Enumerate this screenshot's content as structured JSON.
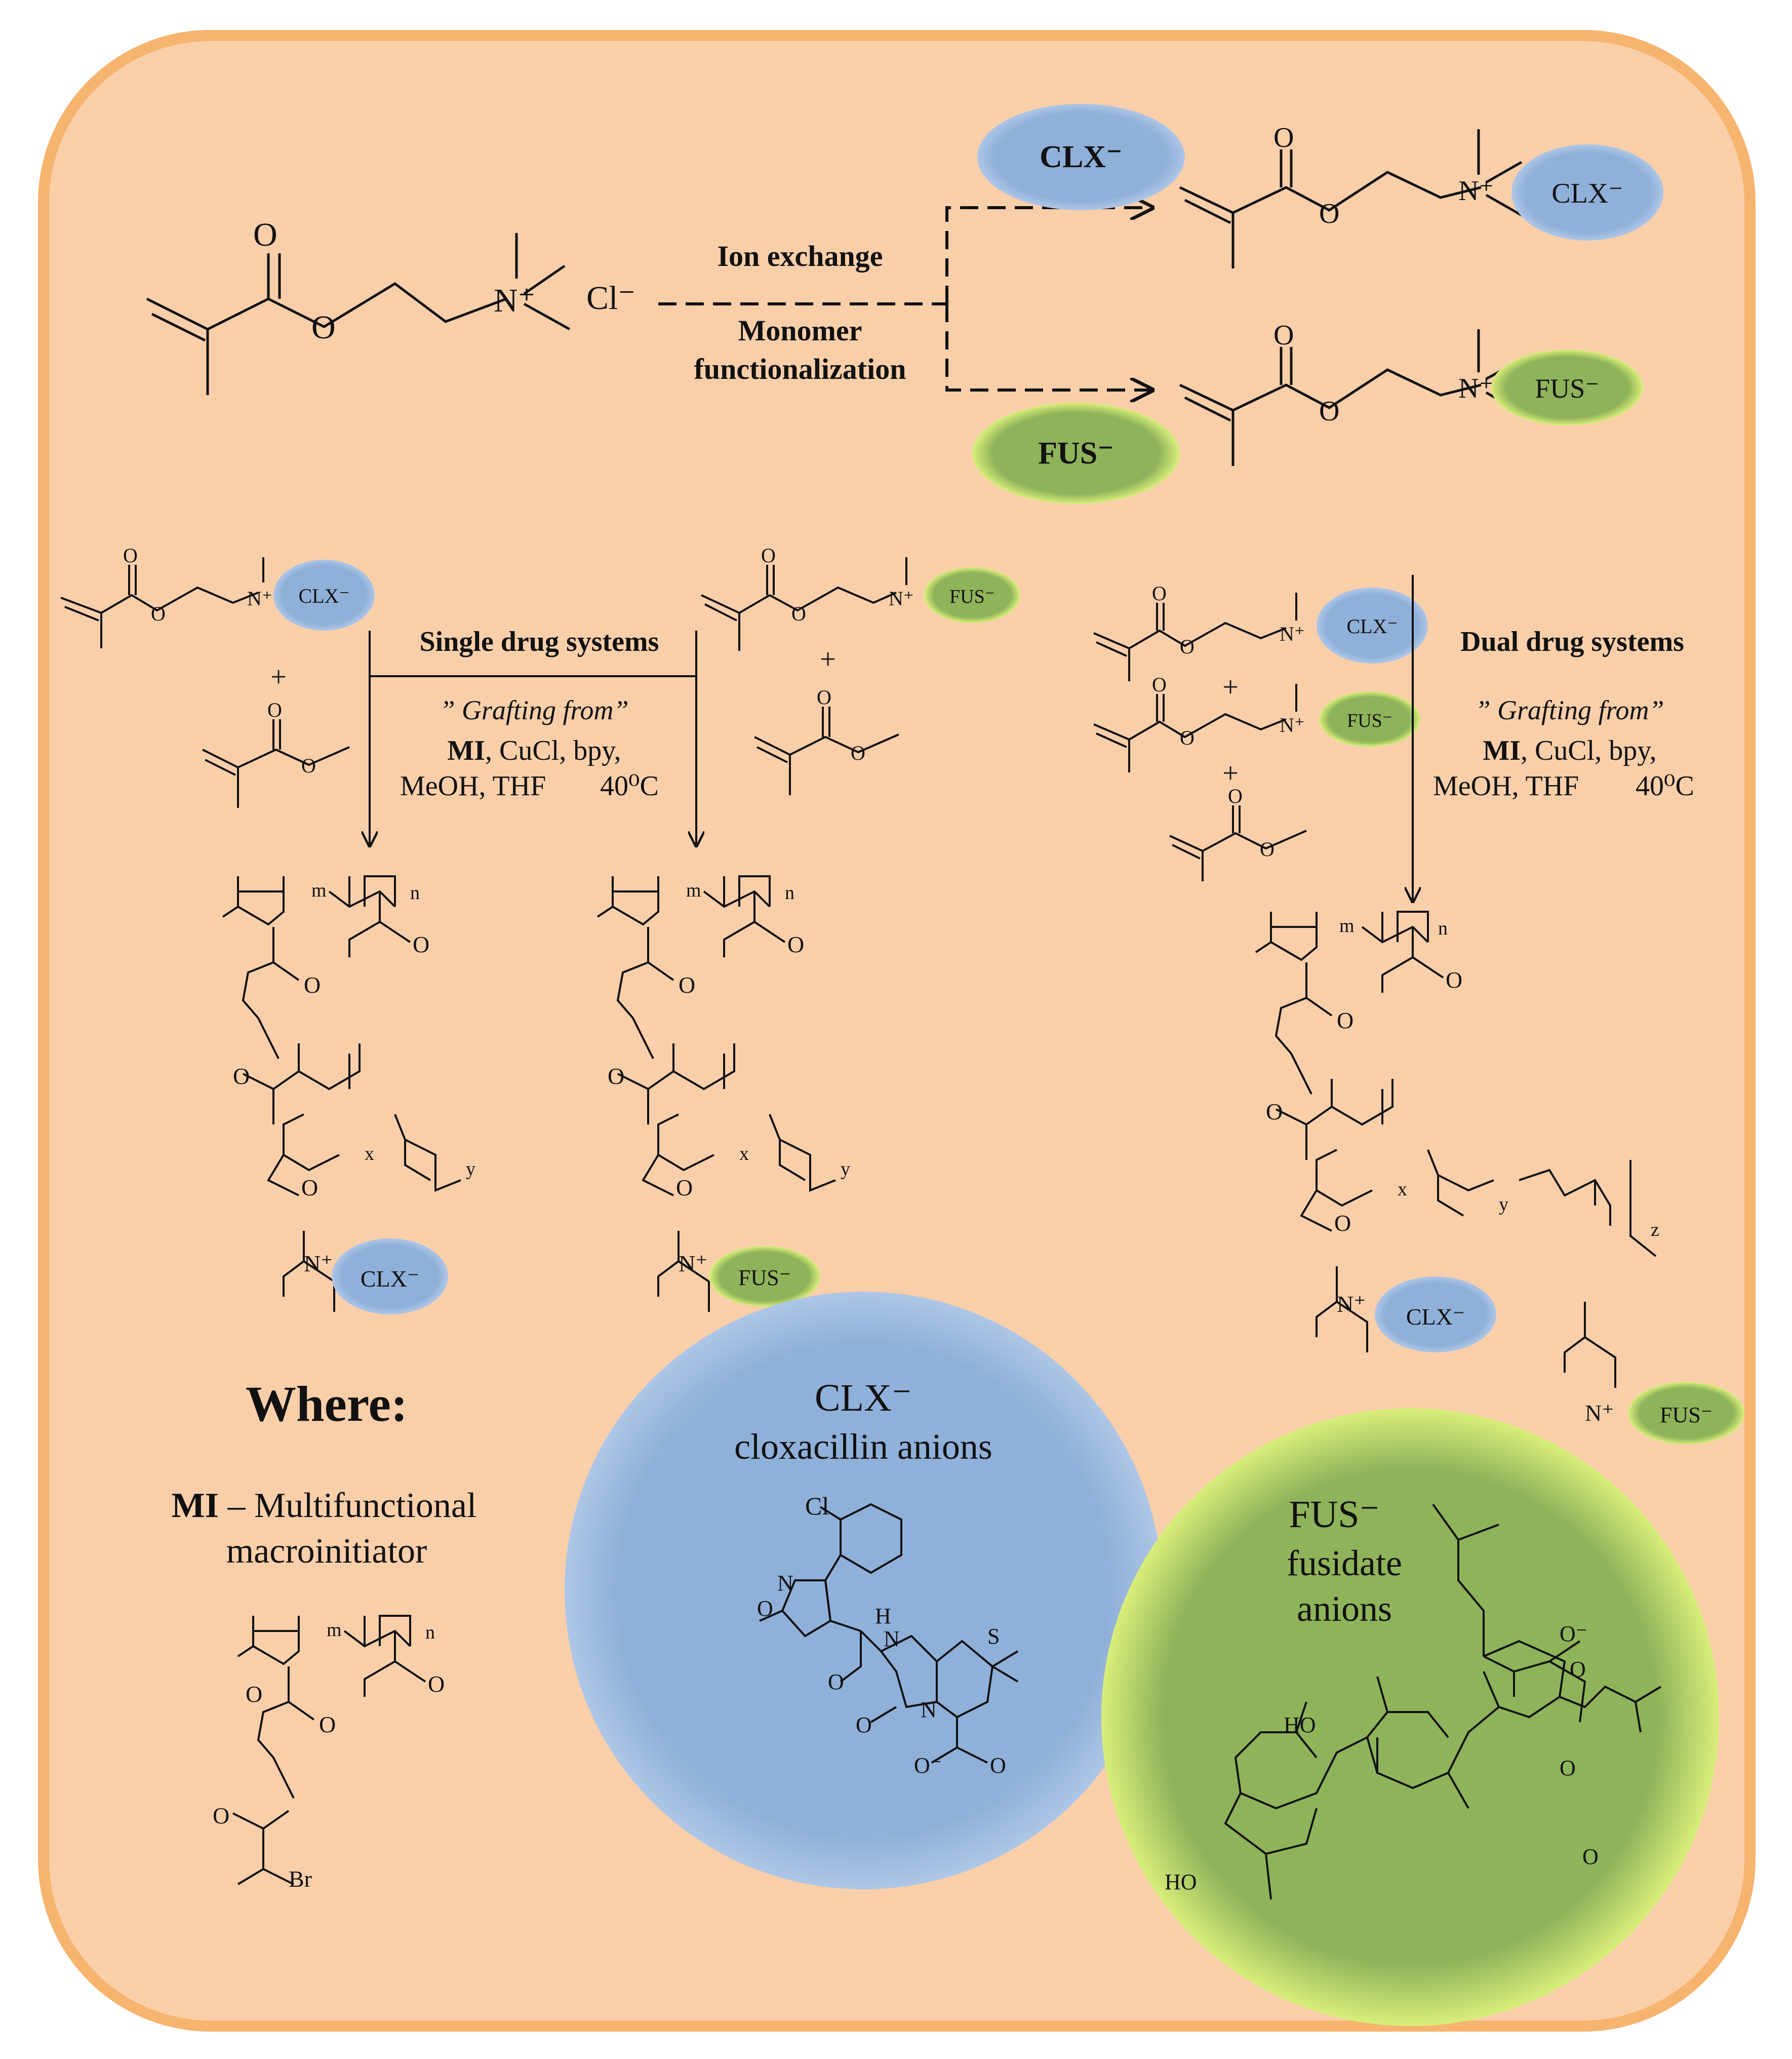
{
  "colors": {
    "panel_fill": "#f9cfaa",
    "panel_edge": "#f6b46e",
    "clx_blue": "#8fb0d9",
    "fus_green": "#8fb35a",
    "fus_glow": "#d9ee7a",
    "ink": "#111111"
  },
  "scheme": {
    "arrow_ion_exchange": "Ion exchange",
    "arrow_monomer_1": "Monomer",
    "arrow_monomer_2": "functionalization",
    "chloride_anion": "Cl⁻",
    "clx_reagent": "CLX⁻",
    "fus_reagent": "FUS⁻",
    "single_drug_systems": "Single drug systems",
    "dual_drug_systems": "Dual drug systems",
    "grafting_from": "” Grafting from”",
    "conditions_line1_bold": "MI",
    "conditions_line1_rest": ", CuCl, bpy,",
    "conditions_line2": "MeOH, THF",
    "conditions_temp": "40⁰C",
    "plus": "+"
  },
  "legend": {
    "where": "Where:",
    "mi_bold": "MI",
    "mi_line1_rest": " – Multifunctional",
    "mi_line2": "macroinitiator",
    "clx_title": "CLX⁻",
    "clx_name": "cloxacillin anions",
    "fus_title": "FUS⁻",
    "fus_name1": "fusidate",
    "fus_name2": "anions"
  },
  "labels": {
    "clx_anion": "CLX⁻",
    "fus_anion": "FUS⁻",
    "oxygen": "O",
    "nitrogen_plus": "N⁺",
    "sub_m": "m",
    "sub_n": "n",
    "sub_x": "x",
    "sub_y": "y",
    "sub_z": "z",
    "bromine": "Br",
    "chlorine": "Cl",
    "nitrogen": "N",
    "sulfur": "S",
    "amide_nh": "H",
    "o_minus": "O⁻",
    "ho": "HO"
  }
}
